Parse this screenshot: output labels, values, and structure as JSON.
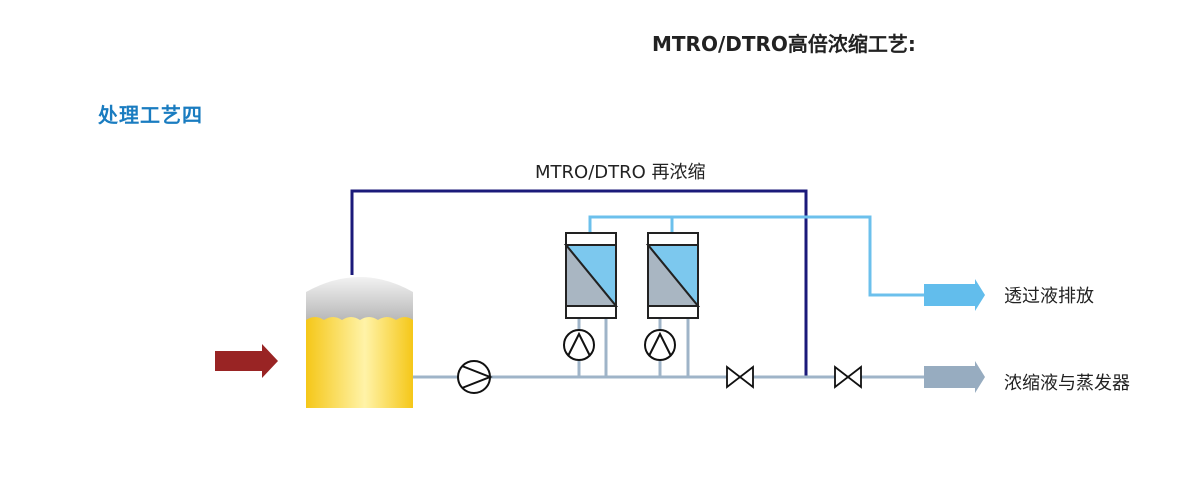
{
  "page_title": "MTRO/DTRO高倍浓缩工艺:",
  "section_title": "处理工艺四",
  "diagram": {
    "recirculation_label": "MTRO/DTRO 再浓缩",
    "permeate_label": "透过液排放",
    "concentrate_label": "浓缩液与蒸发器",
    "colors": {
      "recirculation_line": "#1b1a7a",
      "permeate_line": "#6cc0ec",
      "main_line": "#9fb4c8",
      "feed_arrow": "#992424",
      "permeate_arrow": "#62bdec",
      "concentrate_arrow": "#97acc0",
      "tank_liquid": "#f7d640",
      "membrane_blue": "#7cc8ee",
      "membrane_grey": "#a9b6c2"
    }
  }
}
